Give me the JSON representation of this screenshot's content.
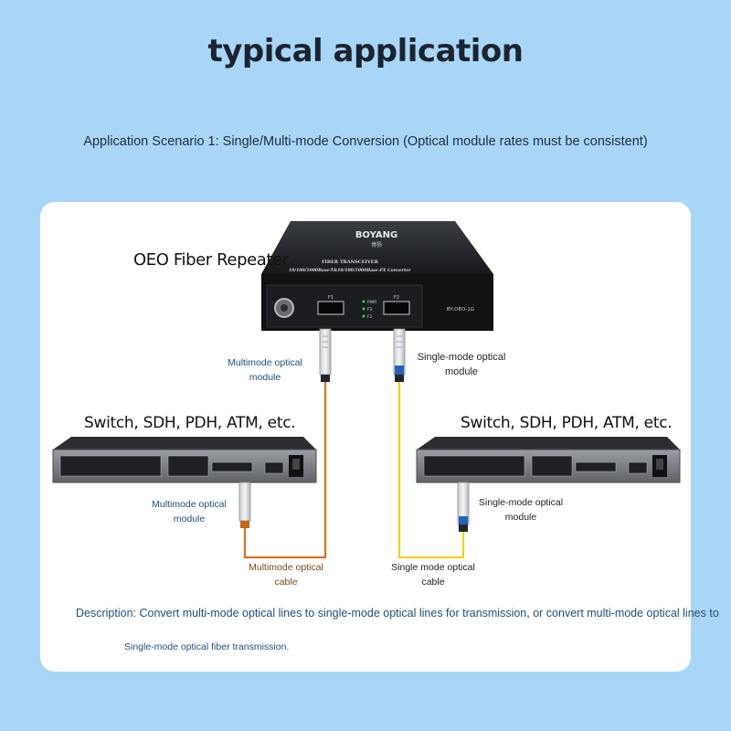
{
  "title": "typical application",
  "subtitle": "Application Scenario 1: Single/Multi-mode Conversion (Optical module rates must be consistent)",
  "repeater": {
    "heading": "OEO Fiber Repeater",
    "brand": "BOYANG",
    "brand_cn": "博扬",
    "line1": "FIBER TRANSCEIVER",
    "line2": "10/100/1000Base-T&10/100/1000Base-FX Converter",
    "port_f1": "F1",
    "port_f2": "F2",
    "led_pwr": "PWR",
    "led_f1": "F1",
    "led_f2": "F2",
    "model": "BY-OEO-1G"
  },
  "labels": {
    "mm_module_top": "Multimode optical module",
    "sm_module_top_l1": "Single-mode optical",
    "sm_module_top_l2": "module",
    "switch_left": "Switch, SDH, PDH, ATM, etc.",
    "switch_right": "Switch, SDH, PDH, ATM, etc.",
    "mm_module_left_l1": "Multimode optical",
    "mm_module_left_l2": "module",
    "sm_module_right_l1": "Single-mode optical",
    "sm_module_right_l2": "module",
    "mm_cable_l1": "Multimode optical",
    "mm_cable_l2": "cable",
    "sm_cable_l1": "Single mode optical",
    "sm_cable_l2": "cable"
  },
  "description": {
    "line1": "Description: Convert multi-mode optical lines to single-mode optical lines for transmission, or convert multi-mode optical lines to",
    "line2": "Single-mode optical fiber transmission."
  },
  "colors": {
    "background": "#a9d6f7",
    "card": "#ffffff",
    "multimode_cable": "#d9711c",
    "singlemode_cable": "#f2d21b",
    "label_blue": "#1f4f75"
  }
}
